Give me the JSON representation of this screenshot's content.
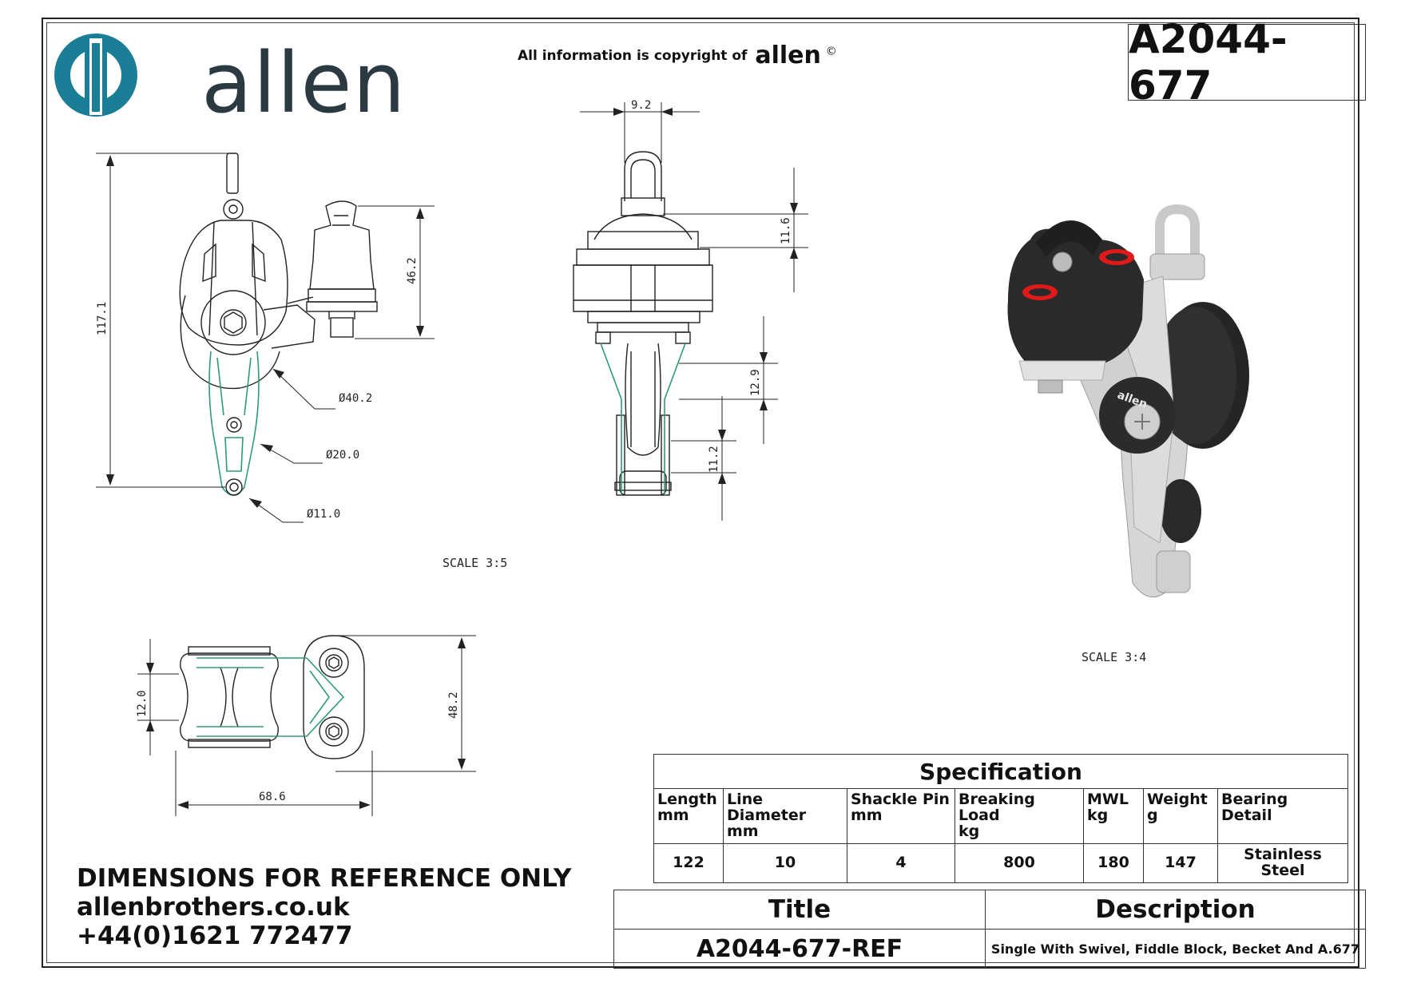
{
  "logo": {
    "wordmark": "allen",
    "colors": {
      "ring": "#1a7f96",
      "text": "#2b3a42"
    }
  },
  "copyright": {
    "prefix": "All information is copyright of",
    "brand": "allen",
    "symbol": "©"
  },
  "part_number": "A2044-677",
  "dimensions": {
    "front": {
      "height_total": "117.1",
      "cleat_height": "46.2",
      "sheave_dia": "Ø40.2",
      "bearing_dia": "Ø20.0",
      "becket_dia": "Ø11.0"
    },
    "side": {
      "shackle_width": "9.2",
      "top_offset": "11.6",
      "mid_offset": "12.9",
      "low_offset": "11.2"
    },
    "top": {
      "width": "12.0",
      "depth": "48.2",
      "length": "68.6"
    }
  },
  "scales": {
    "views": "SCALE  3:5",
    "iso": "SCALE  3:4"
  },
  "specification": {
    "title": "Specification",
    "headers": [
      [
        "Length",
        "mm"
      ],
      [
        "Line Diameter",
        "mm"
      ],
      [
        "Shackle Pin",
        "mm"
      ],
      [
        "Breaking Load",
        "kg"
      ],
      [
        "MWL",
        "kg"
      ],
      [
        "Weight",
        "g"
      ],
      [
        "Bearing",
        "Detail"
      ]
    ],
    "values": [
      "122",
      "10",
      "4",
      "800",
      "180",
      "147",
      [
        "Stainless",
        "Steel"
      ]
    ]
  },
  "reference": {
    "notice": "DIMENSIONS FOR REFERENCE ONLY",
    "website": "allenbrothers.co.uk",
    "phone": "+44(0)1621 772477"
  },
  "title_block": {
    "title_label": "Title",
    "description_label": "Description",
    "title_value": "A2044-677-REF",
    "description_value": "Single With Swivel, Fiddle Block, Becket And A.677"
  },
  "colors": {
    "green_outline": "#2e9a78",
    "line": "#222222",
    "cam_red": "#e01a1a"
  }
}
